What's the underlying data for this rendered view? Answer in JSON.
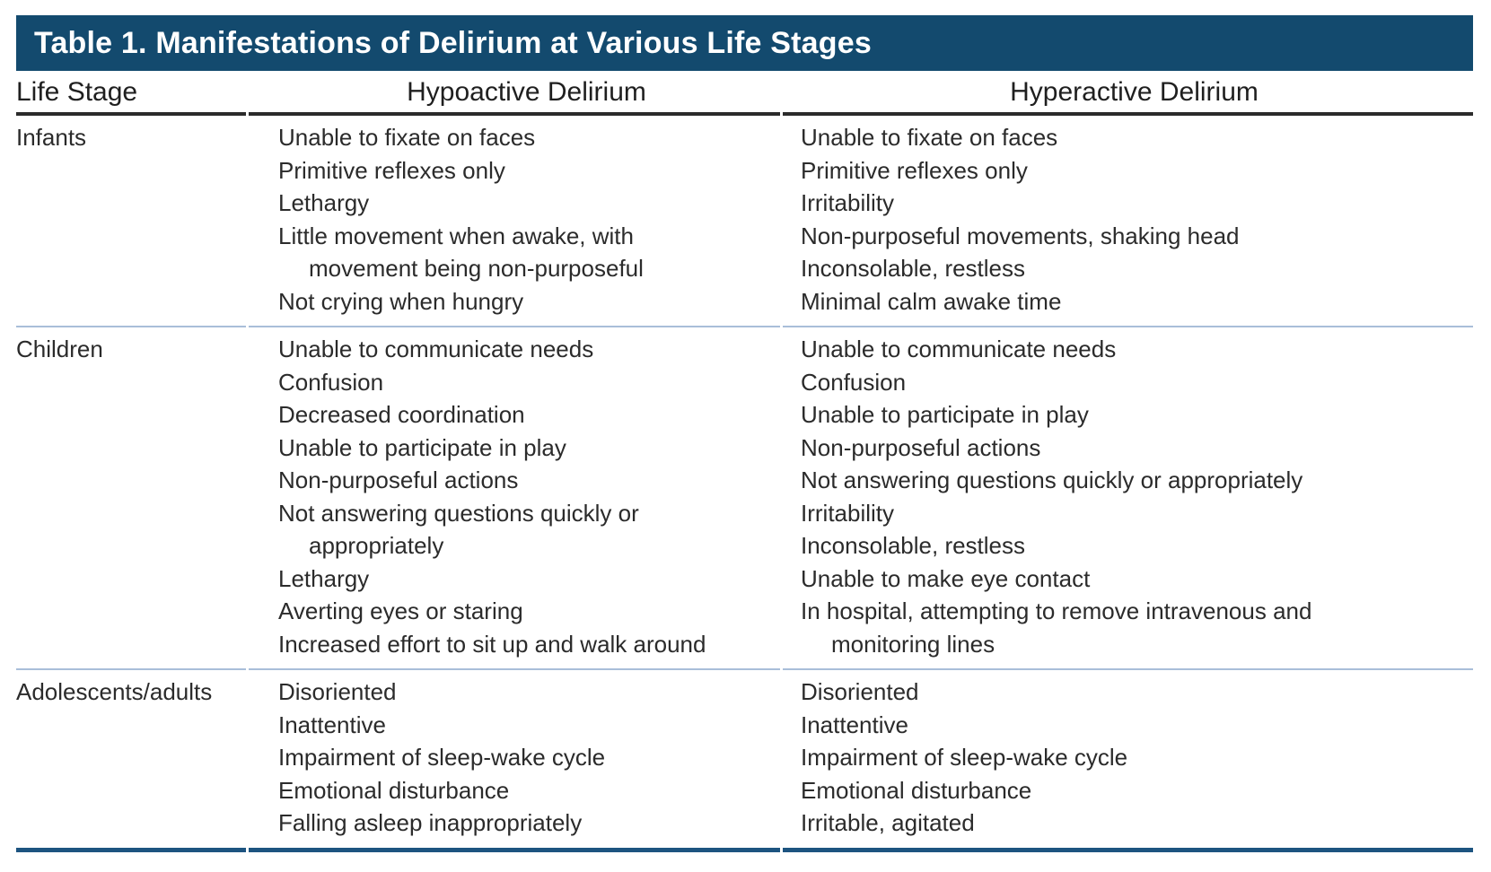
{
  "title": "Table 1. Manifestations of Delirium at Various Life Stages",
  "columns": [
    "Life Stage",
    "Hypoactive Delirium",
    "Hyperactive Delirium"
  ],
  "rows": [
    {
      "life_stage": "Infants",
      "hypoactive": [
        "Unable to fixate on faces",
        "Primitive reflexes only",
        "Lethargy",
        [
          "Little movement when awake, with",
          "movement being non-purposeful"
        ],
        "Not crying when hungry"
      ],
      "hyperactive": [
        "Unable to fixate on faces",
        "Primitive reflexes only",
        "Irritability",
        "Non-purposeful movements, shaking head",
        "Inconsolable, restless",
        "Minimal calm awake time"
      ]
    },
    {
      "life_stage": "Children",
      "hypoactive": [
        "Unable to communicate needs",
        "Confusion",
        "Decreased coordination",
        "Unable to participate in play",
        "Non-purposeful actions",
        [
          "Not answering questions quickly or",
          "appropriately"
        ],
        "Lethargy",
        "Averting eyes or staring",
        "Increased effort to sit up and walk around"
      ],
      "hyperactive": [
        "Unable to communicate needs",
        "Confusion",
        "Unable to participate in play",
        "Non-purposeful actions",
        "Not answering questions quickly or appropriately",
        "Irritability",
        "Inconsolable, restless",
        "Unable to make eye contact",
        [
          "In hospital, attempting to remove intravenous and",
          "monitoring lines"
        ]
      ]
    },
    {
      "life_stage": "Adolescents/adults",
      "hypoactive": [
        "Disoriented",
        "Inattentive",
        "Impairment of sleep-wake cycle",
        "Emotional disturbance",
        "Falling asleep inappropriately"
      ],
      "hyperactive": [
        "Disoriented",
        "Inattentive",
        "Impairment of sleep-wake cycle",
        "Emotional disturbance",
        "Irritable, agitated"
      ]
    }
  ],
  "colors": {
    "title_bar_bg": "#134a6e",
    "title_text": "#ffffff",
    "header_rule": "#2b2b2b",
    "row_separator": "#a9bed9",
    "bottom_rule": "#1d5480",
    "body_text": "#2b2b2b",
    "header_text": "#1f1f1f",
    "page_bg": "#ffffff"
  }
}
